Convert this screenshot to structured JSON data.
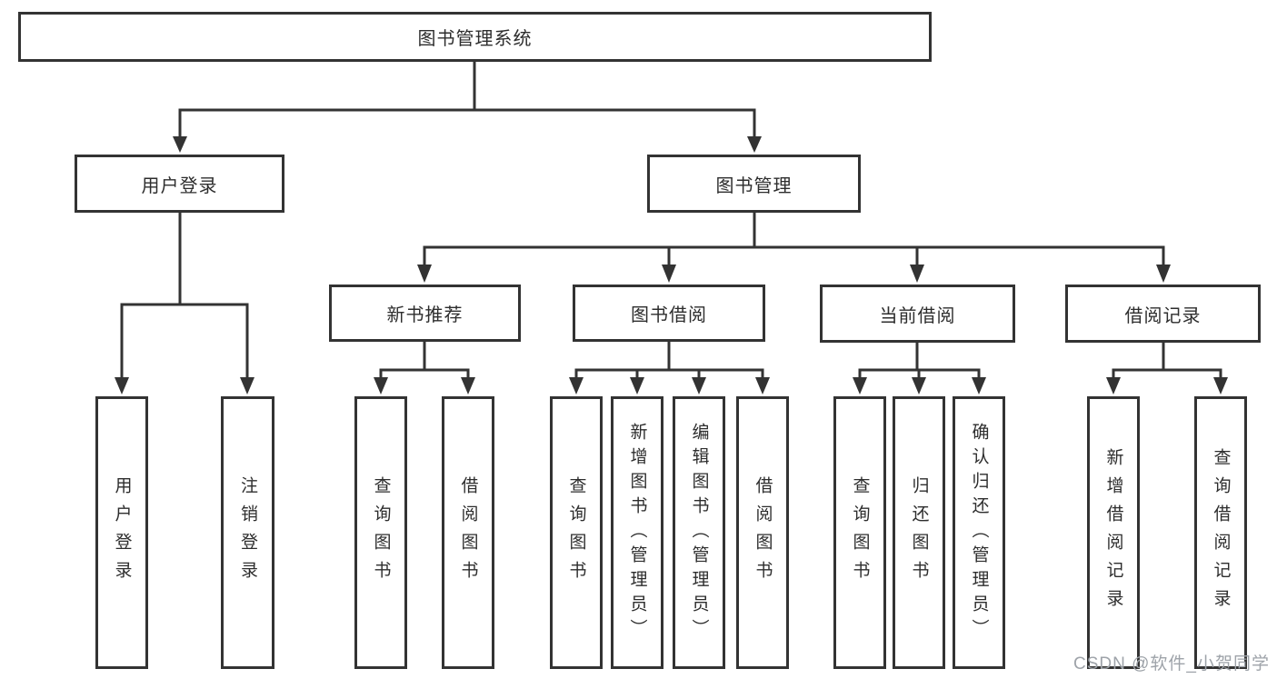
{
  "root": {
    "label": "图书管理系统"
  },
  "level2": [
    {
      "label": "用户登录"
    },
    {
      "label": "图书管理"
    }
  ],
  "level3": [
    {
      "label": "新书推荐"
    },
    {
      "label": "图书借阅"
    },
    {
      "label": "当前借阅"
    },
    {
      "label": "借阅记录"
    }
  ],
  "leaves": {
    "user_login": [
      {
        "label": "用户登录"
      },
      {
        "label": "注销登录"
      }
    ],
    "new_book_recommend": [
      {
        "label": "查询图书"
      },
      {
        "label": "借阅图书"
      }
    ],
    "book_borrow": [
      {
        "label": "查询图书"
      },
      {
        "label": "新增图书（管理员）"
      },
      {
        "label": "编辑图书（管理员）"
      },
      {
        "label": "借阅图书"
      }
    ],
    "current_borrow": [
      {
        "label": "查询图书"
      },
      {
        "label": "归还图书"
      },
      {
        "label": "确认归还（管理员）"
      }
    ],
    "borrow_records": [
      {
        "label": "新增借阅记录"
      },
      {
        "label": "查询借阅记录"
      }
    ]
  },
  "watermark": "CSDN @软件_小贺同学",
  "colors": {
    "line": "#333333",
    "text": "#2d2d2d",
    "watermark": "#9ea3a9",
    "background": "#ffffff"
  }
}
